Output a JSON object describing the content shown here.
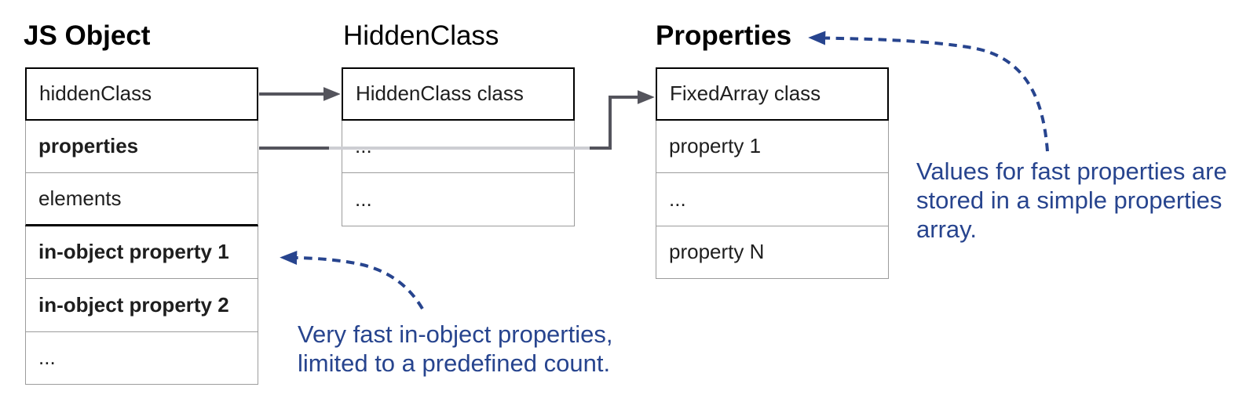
{
  "colors": {
    "annotation_blue": "#27448e",
    "arrow_dark_gray": "#54545c",
    "faded_line_gray": "#cdced3",
    "emphasis_border_black": "#000000",
    "row_border_gray": "#9c9c9c"
  },
  "js_object": {
    "title": "JS Object",
    "rows": [
      "hiddenClass",
      "properties",
      "elements",
      "in-object property 1",
      "in-object property 2",
      "..."
    ]
  },
  "hidden_class": {
    "title": "HiddenClass",
    "rows": [
      "HiddenClass class",
      "...",
      "..."
    ]
  },
  "properties_table": {
    "title": "Properties",
    "rows": [
      "FixedArray class",
      "property 1",
      "...",
      "property N"
    ]
  },
  "annotations": {
    "fast_properties": {
      "lines": [
        "Values for fast properties are",
        "stored in a simple properties",
        "array."
      ]
    },
    "in_object": {
      "lines": [
        "Very fast in-object properties,",
        "limited to a predefined count."
      ]
    }
  },
  "arrows": [
    {
      "from": "JS Object.hiddenClass",
      "to": "HiddenClass table",
      "style": "solid"
    },
    {
      "from": "JS Object.properties",
      "to": "Properties.FixedArray class",
      "style": "solid, faded where it crosses the HiddenClass table"
    },
    {
      "from": "fast_properties annotation",
      "to": "Properties title",
      "style": "dashed-blue"
    },
    {
      "from": "in_object annotation",
      "to": "JS Object.in-object property 1",
      "style": "dashed-blue"
    }
  ]
}
